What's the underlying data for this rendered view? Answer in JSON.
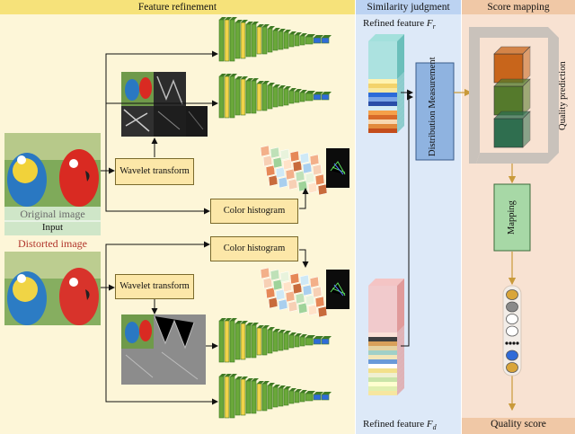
{
  "sections": {
    "feature_refinement": "Feature refinement",
    "similarity_judgment": "Similarity judgment",
    "score_mapping": "Score mapping"
  },
  "input": {
    "original_label": "Original image",
    "input_label": "Input",
    "distorted_label": "Distorted image"
  },
  "ops": {
    "wavelet_top": "Wavelet transform",
    "wavelet_bottom": "Wavelet transform",
    "hist_top": "Color histogram",
    "hist_bottom": "Color histogram"
  },
  "similarity": {
    "refined_r_prefix": "Refined feature ",
    "refined_r_symbol": "F",
    "refined_r_sub": "r",
    "refined_d_prefix": "Refined feature ",
    "refined_d_symbol": "F",
    "refined_d_sub": "d",
    "distribution": "Distribution Measurement"
  },
  "score": {
    "quality_prediction": "Quality prediction",
    "mapping": "Mapping",
    "quality_score": "Quality score"
  },
  "colors": {
    "feature_bg": "#fdf6d8",
    "similarity_bg": "#dde9f8",
    "score_bg": "#f8e2d2",
    "feature_hdr": "#f6e27a",
    "similarity_hdr": "#bcd3f2",
    "score_hdr": "#f0c8a6",
    "box_fill": "#fce7a8",
    "cnn_green": "#6aa83a",
    "cnn_dark": "#3f7a24",
    "cnn_yellow": "#f1d24a",
    "cnn_blue": "#2f6bd8",
    "cube_orange": "#c8651b",
    "cube_olive": "#557a2c",
    "cube_teal": "#2f6e4f",
    "mapping_fill": "#a7d8a6",
    "dist_fill": "#8fb3e0",
    "input_fill": "#cfe6c8",
    "arrow_orange": "#d0a040"
  },
  "icons": [
    "arrow-icon",
    "cnn-block-icon",
    "cube-icon",
    "node-icon",
    "image-icon"
  ]
}
